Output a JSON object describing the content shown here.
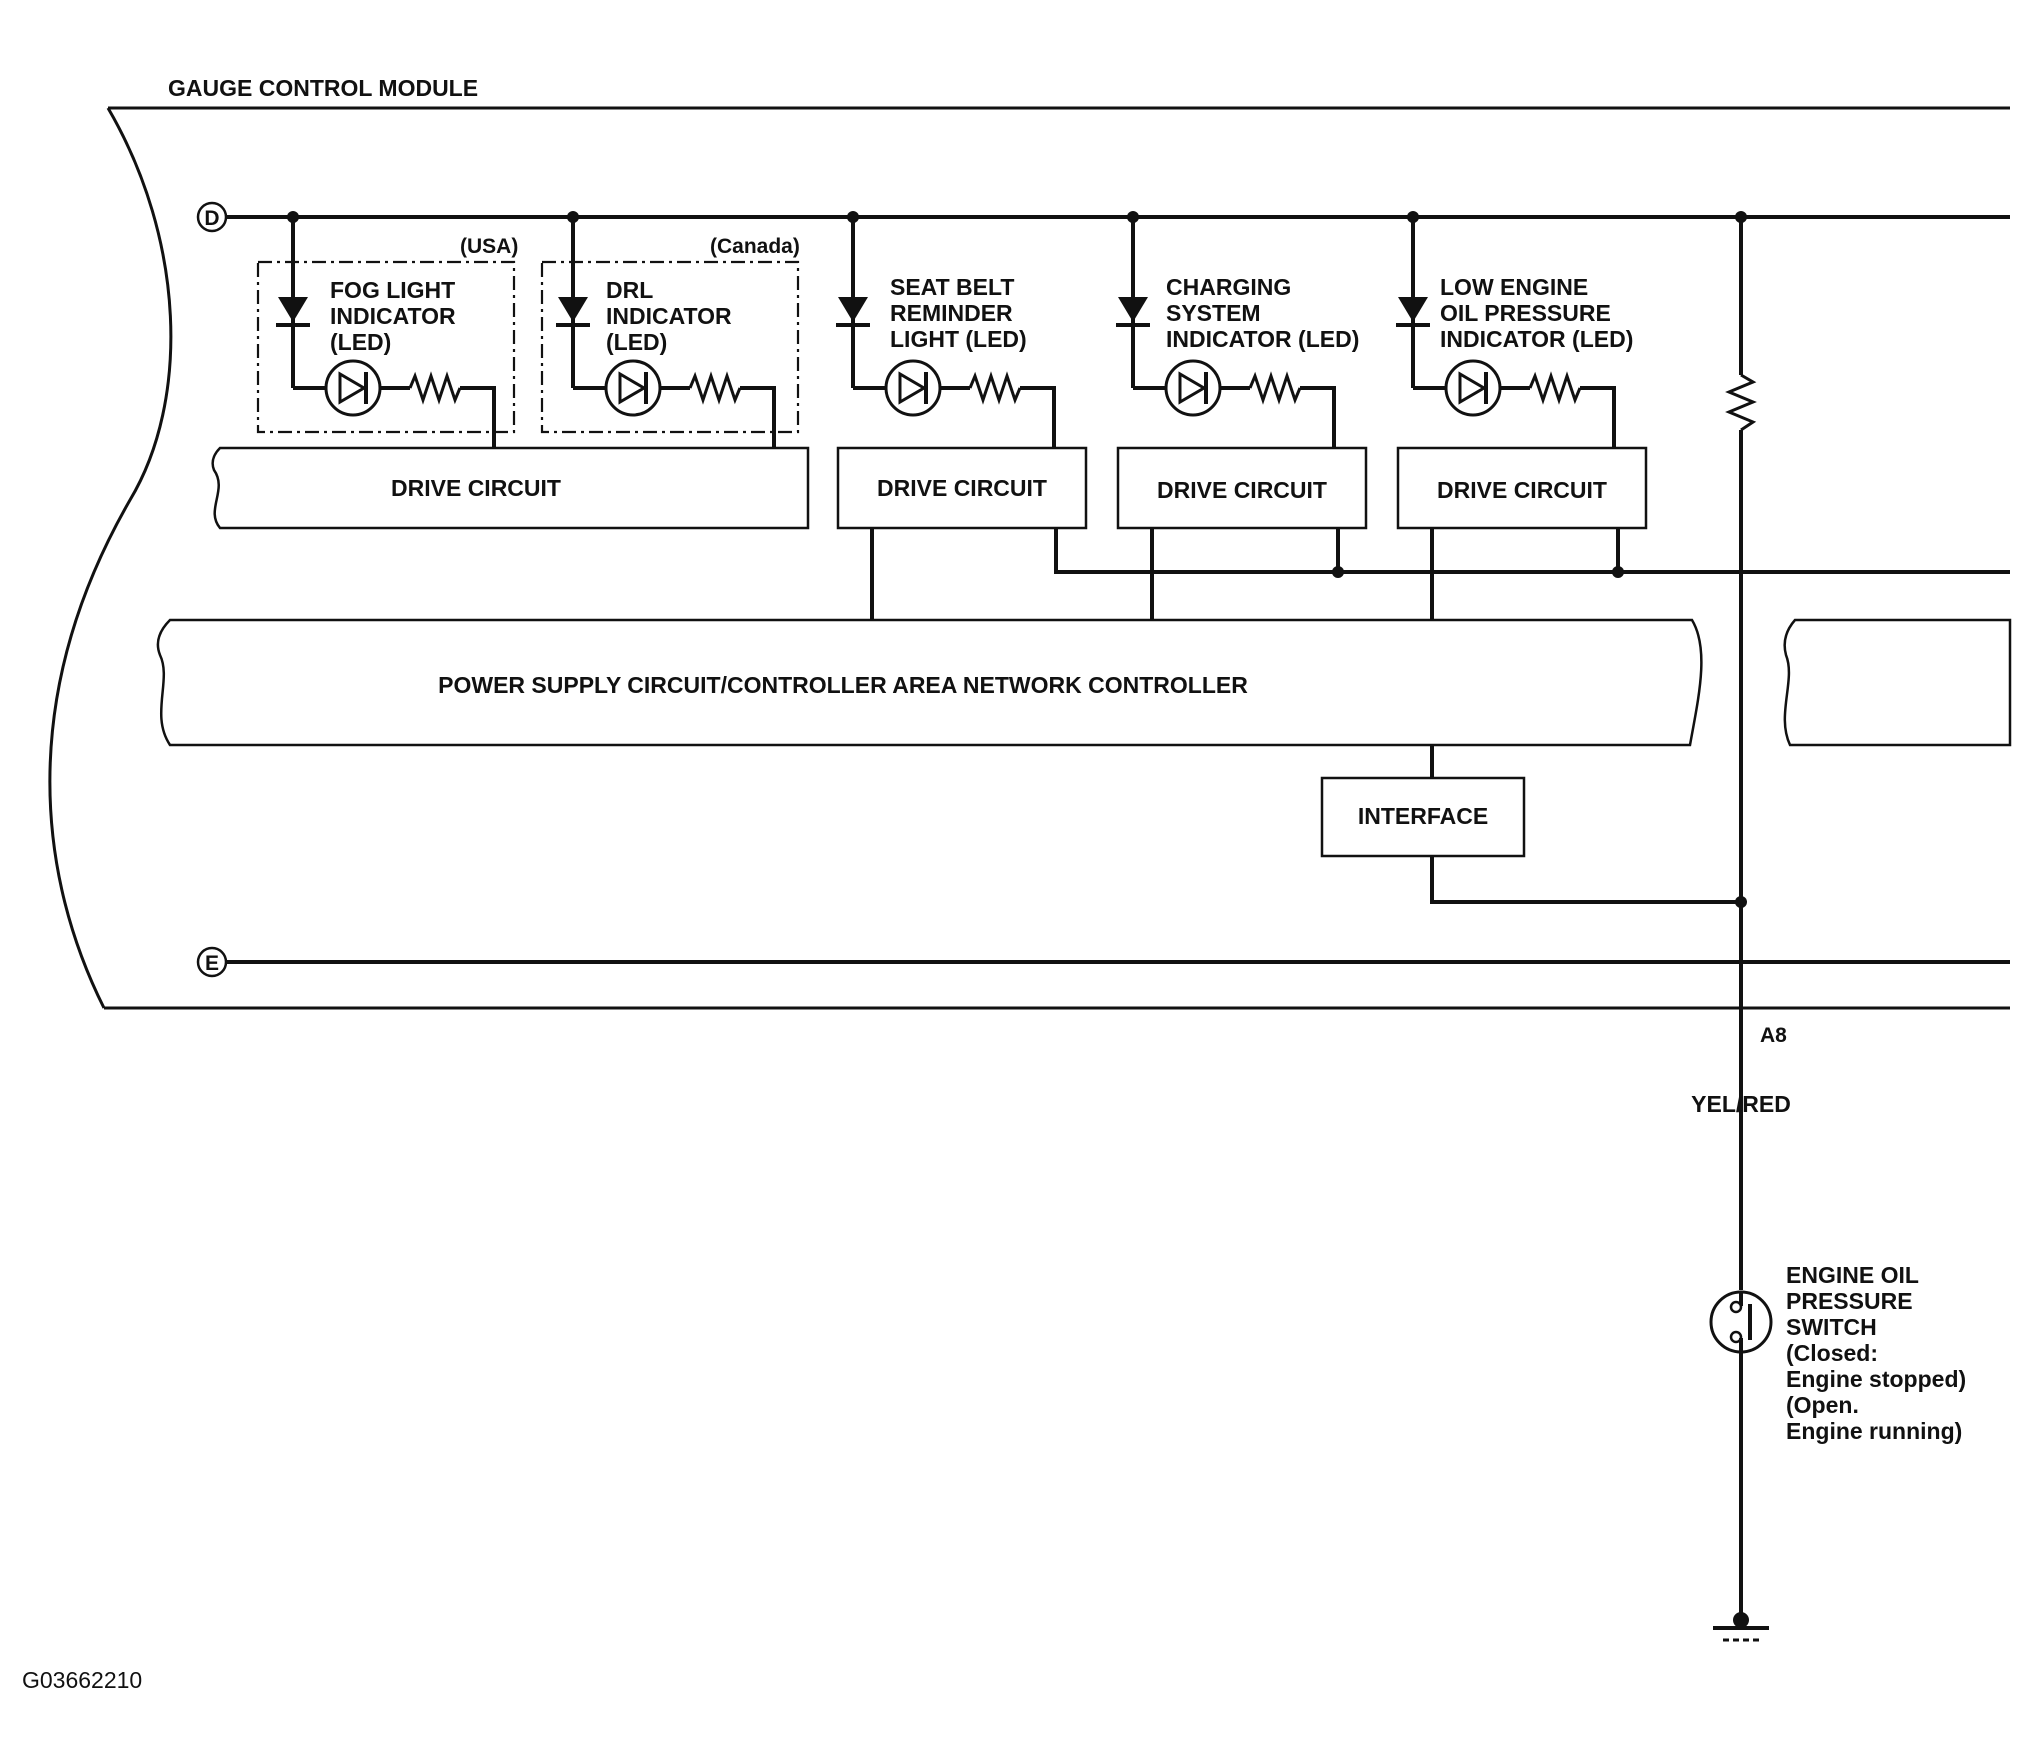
{
  "module_title": "GAUGE CONTROL MODULE",
  "terminals": {
    "d": "D",
    "e": "E"
  },
  "variants": {
    "usa": "(USA)",
    "canada": "(Canada)"
  },
  "indicators": [
    {
      "lines": [
        "FOG LIGHT",
        "INDICATOR",
        "(LED)"
      ]
    },
    {
      "lines": [
        "DRL",
        "INDICATOR",
        "(LED)"
      ]
    },
    {
      "lines": [
        "SEAT BELT",
        "REMINDER",
        "LIGHT (LED)"
      ]
    },
    {
      "lines": [
        "CHARGING",
        "SYSTEM",
        "INDICATOR (LED)"
      ]
    },
    {
      "lines": [
        "LOW ENGINE",
        "OIL PRESSURE",
        "INDICATOR (LED)"
      ]
    }
  ],
  "drive_circuits": [
    "DRIVE CIRCUIT",
    "DRIVE CIRCUIT",
    "DRIVE CIRCUIT",
    "DRIVE CIRCUIT"
  ],
  "power_supply": "POWER SUPPLY CIRCUIT/CONTROLLER AREA NETWORK CONTROLLER",
  "interface": "INTERFACE",
  "pin": "A8",
  "wire_color": "YEL/RED",
  "switch": {
    "lines": [
      "ENGINE OIL",
      "PRESSURE",
      "SWITCH",
      "(Closed:",
      "Engine stopped)",
      "(Open.",
      "Engine running)"
    ]
  },
  "figure_code": "G03662210"
}
